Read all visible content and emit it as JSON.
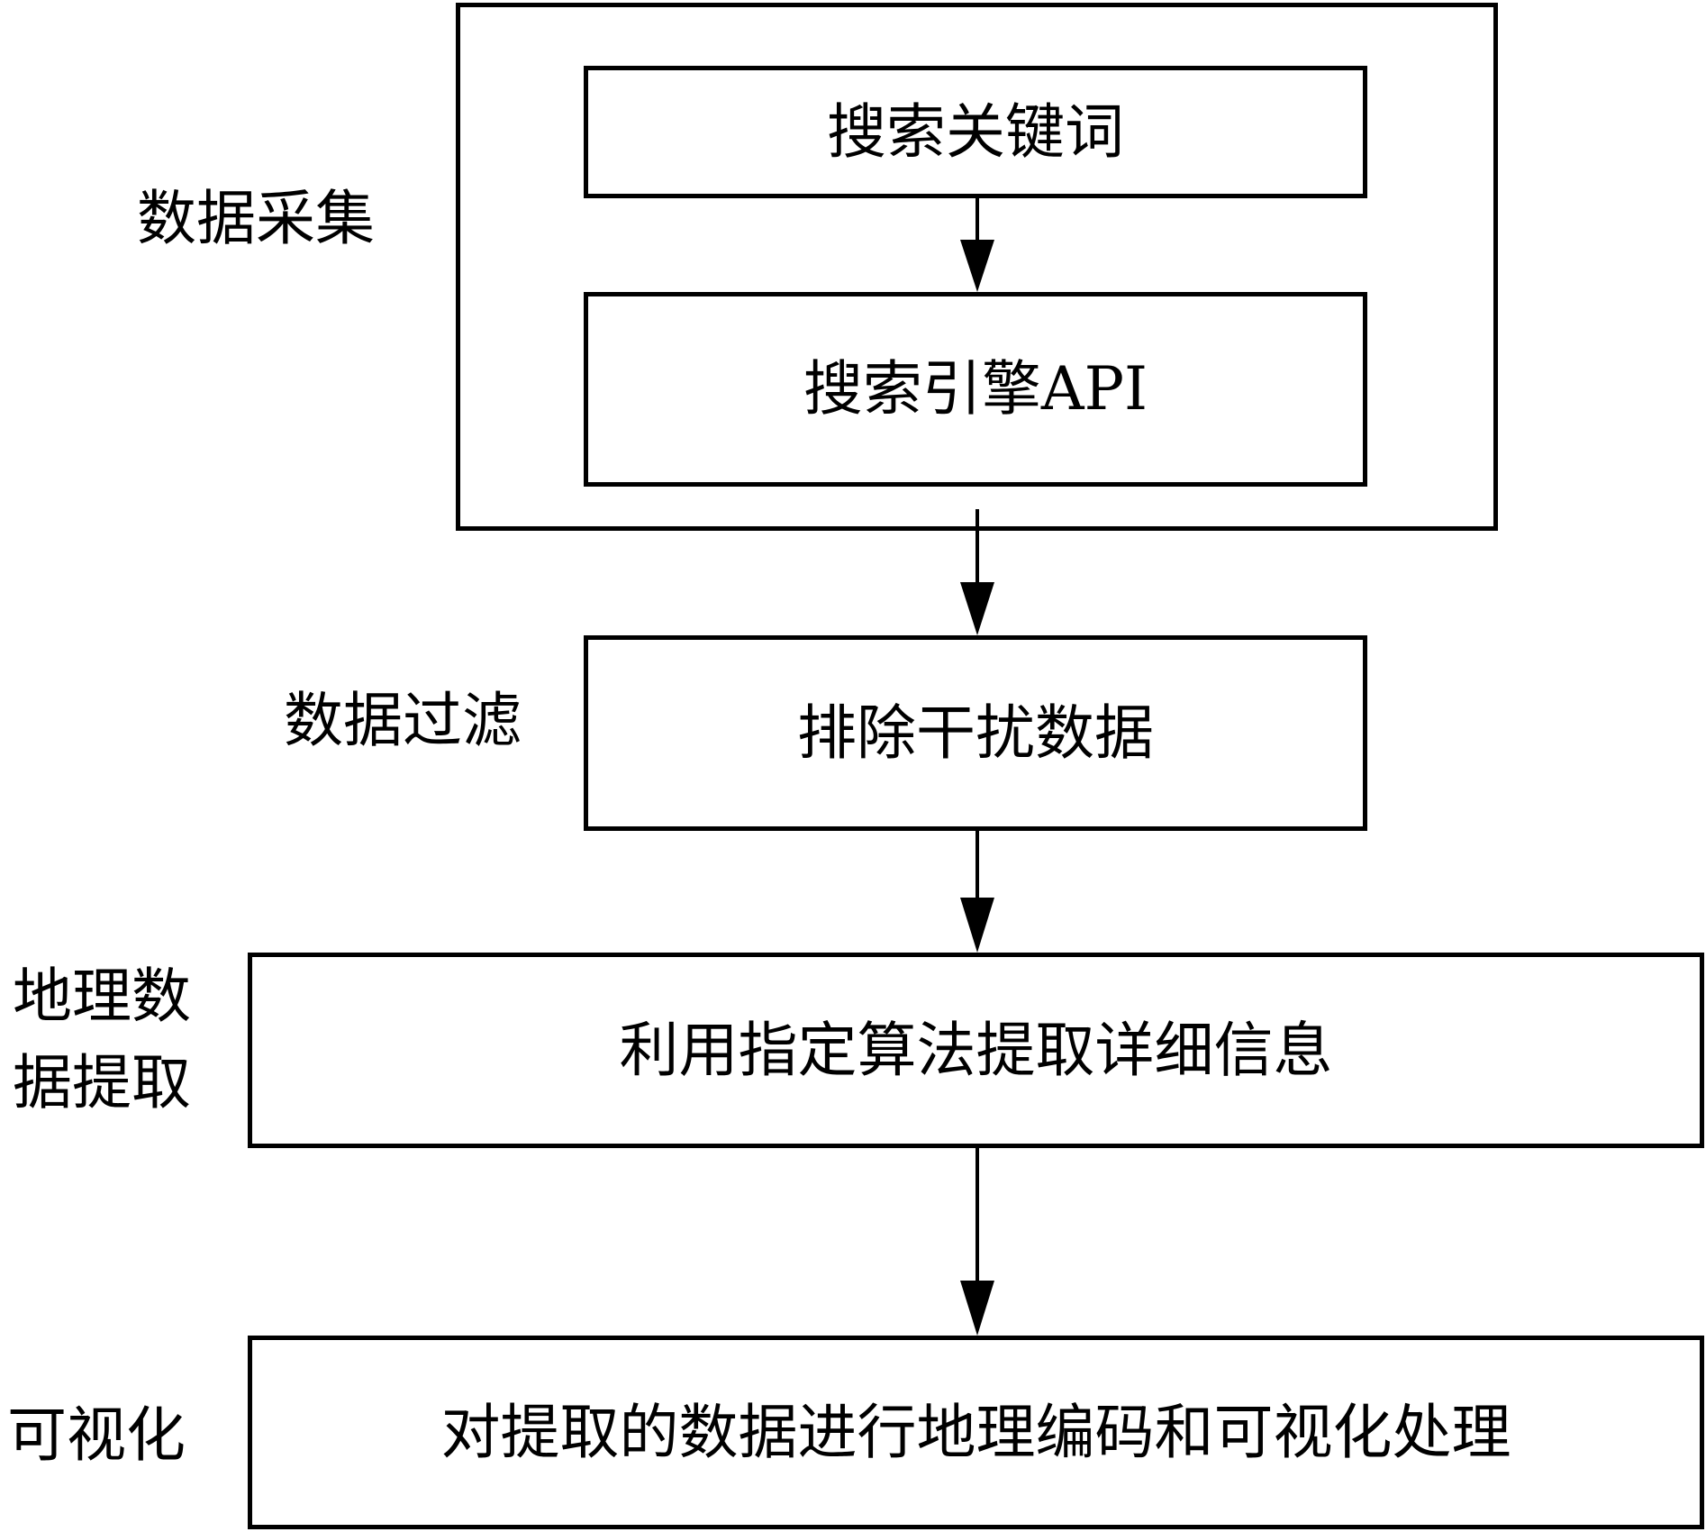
{
  "diagram": {
    "stages": [
      {
        "label": "数据采集"
      },
      {
        "label": "数据过滤"
      },
      {
        "label_lines": [
          "地理数",
          "据提取"
        ]
      },
      {
        "label": "可视化"
      }
    ],
    "nodes": {
      "keywords": "搜索关键词",
      "api": "搜索引擎API",
      "filter": "排除干扰数据",
      "extract": "利用指定算法提取详细信息",
      "visualize": "对提取的数据进行地理编码和可视化处理"
    },
    "edges": [
      {
        "from": "keywords",
        "to": "api"
      },
      {
        "from": "collection-group",
        "to": "filter"
      },
      {
        "from": "filter",
        "to": "extract"
      },
      {
        "from": "extract",
        "to": "visualize"
      }
    ]
  }
}
